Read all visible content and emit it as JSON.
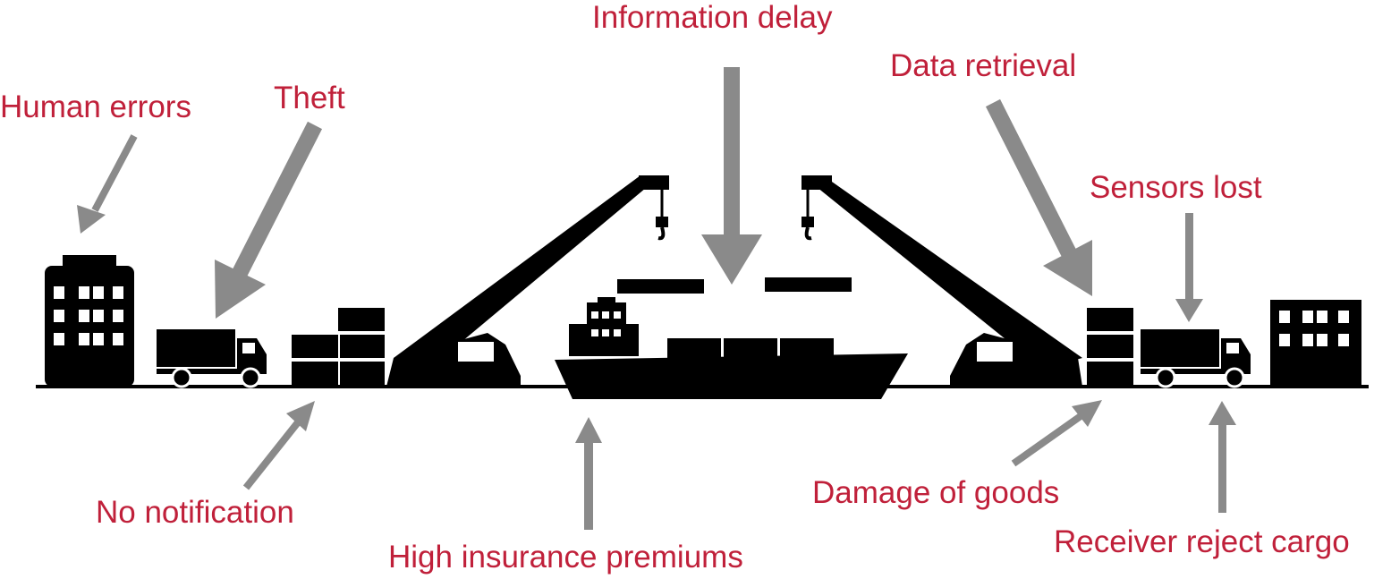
{
  "colors": {
    "label": "#c0203a",
    "arrow": "#8a8a8a",
    "silhouette": "#000000",
    "background": "#ffffff"
  },
  "labels": {
    "information_delay": "Information delay",
    "data_retrieval": "Data retrieval",
    "human_errors": "Human errors",
    "theft": "Theft",
    "sensors_lost": "Sensors lost",
    "no_notification": "No notification",
    "high_insurance_premiums": "High insurance premiums",
    "damage_of_goods": "Damage of goods",
    "receiver_reject_cargo": "Receiver reject cargo"
  },
  "icons": [
    "office-building-icon",
    "delivery-truck-icon",
    "container-stack-icon",
    "crane-icon",
    "cargo-ship-icon",
    "warehouse-icon"
  ]
}
